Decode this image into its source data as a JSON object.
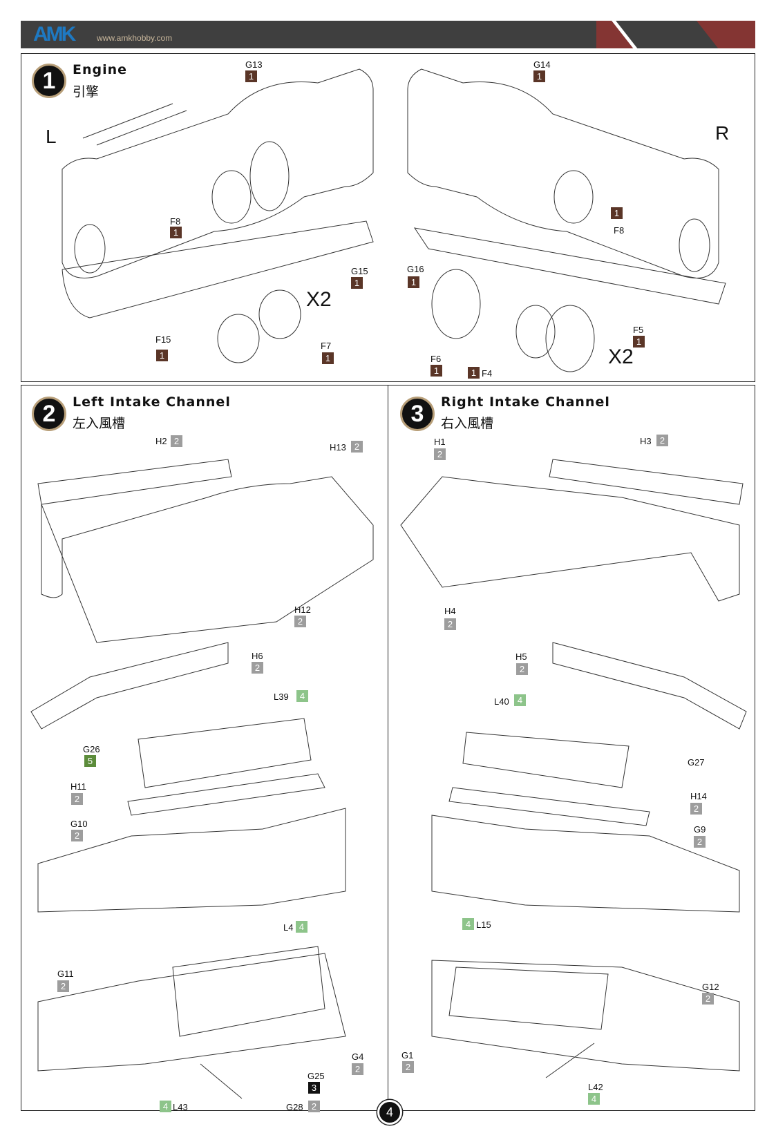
{
  "header": {
    "brand": "AMK",
    "url": "www.amkhobby.com",
    "colors": {
      "bar": "#3f3f3f",
      "accent": "#843533",
      "logo": "#1e79c2"
    }
  },
  "steps": [
    {
      "number": "1",
      "title": "Engine",
      "title_cn": "引擎",
      "side_left": "L",
      "side_right": "R",
      "multiplier_left": "X2",
      "multiplier_right": "X2",
      "parts": [
        {
          "id": "G13",
          "sprue": "1"
        },
        {
          "id": "G14",
          "sprue": "1"
        },
        {
          "id": "F8",
          "sprue": "1"
        },
        {
          "id": "F8",
          "sprue": "1"
        },
        {
          "id": "G15",
          "sprue": "1"
        },
        {
          "id": "G16",
          "sprue": "1"
        },
        {
          "id": "F15",
          "sprue": "1"
        },
        {
          "id": "F7",
          "sprue": "1"
        },
        {
          "id": "F6",
          "sprue": "1"
        },
        {
          "id": "F4",
          "sprue": "1"
        },
        {
          "id": "F5",
          "sprue": "1"
        }
      ]
    },
    {
      "number": "2",
      "title": "Left Intake Channel",
      "title_cn": "左入風槽",
      "parts": [
        {
          "id": "H2",
          "sprue": "2"
        },
        {
          "id": "H13",
          "sprue": "2"
        },
        {
          "id": "H12",
          "sprue": "2"
        },
        {
          "id": "H6",
          "sprue": "2"
        },
        {
          "id": "L39",
          "sprue": "4"
        },
        {
          "id": "G26",
          "sprue": "5"
        },
        {
          "id": "H11",
          "sprue": "2"
        },
        {
          "id": "G10",
          "sprue": "2"
        },
        {
          "id": "L4",
          "sprue": "4"
        },
        {
          "id": "G11",
          "sprue": "2"
        },
        {
          "id": "G4",
          "sprue": "2"
        },
        {
          "id": "G25",
          "sprue": "3"
        },
        {
          "id": "G28",
          "sprue": "2"
        },
        {
          "id": "L43",
          "sprue": "4"
        }
      ]
    },
    {
      "number": "3",
      "title": "Right Intake Channel",
      "title_cn": "右入風槽",
      "parts": [
        {
          "id": "H1",
          "sprue": "2"
        },
        {
          "id": "H3",
          "sprue": "2"
        },
        {
          "id": "H4",
          "sprue": "2"
        },
        {
          "id": "H5",
          "sprue": "2"
        },
        {
          "id": "L40",
          "sprue": "4"
        },
        {
          "id": "G27",
          "sprue": ""
        },
        {
          "id": "H14",
          "sprue": "2"
        },
        {
          "id": "G9",
          "sprue": "2"
        },
        {
          "id": "L15",
          "sprue": "4"
        },
        {
          "id": "G12",
          "sprue": "2"
        },
        {
          "id": "G1",
          "sprue": "2"
        },
        {
          "id": "L42",
          "sprue": "4"
        }
      ]
    }
  ],
  "page_number": "4"
}
